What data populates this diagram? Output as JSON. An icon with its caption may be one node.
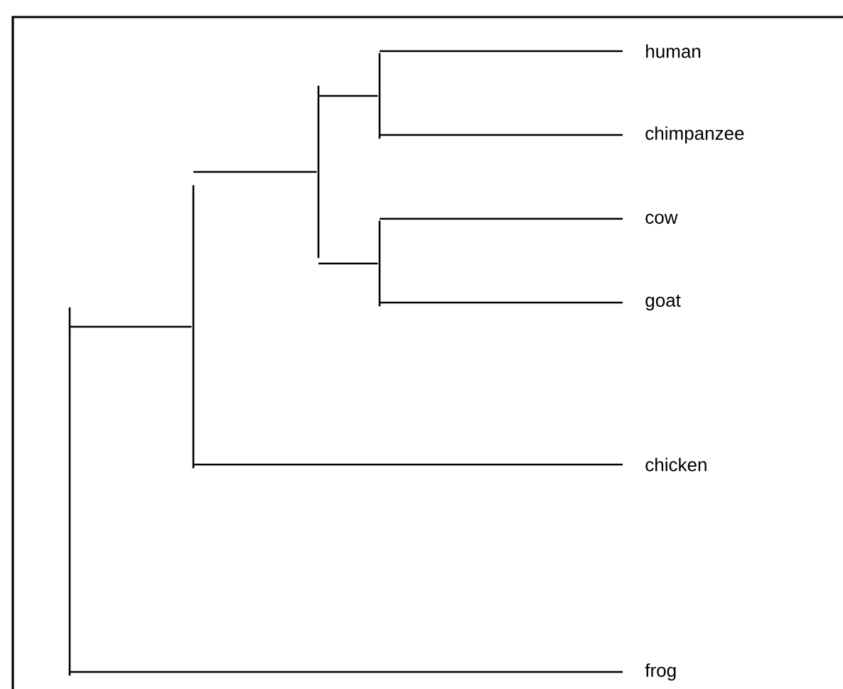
{
  "diagram": {
    "nodes": [
      {
        "text": [
          "human"
        ]
      },
      {
        "text": [
          "chimpanzee"
        ]
      },
      {
        "text": [
          "cow"
        ]
      },
      {
        "text": [
          "goat"
        ]
      },
      {
        "text": [
          "chicken"
        ]
      },
      {
        "text": [
          "frog"
        ]
      },
      {
        "text": [],
        "shape": "bar"
      },
      {
        "text": [],
        "shape": "bar"
      },
      {
        "text": [],
        "shape": "bar"
      },
      {
        "text": [],
        "shape": "bar"
      },
      {
        "text": [],
        "shape": "bar"
      }
    ],
    "edges": [
      {
        "from": 6,
        "to": 0,
        "arrow": "none"
      },
      {
        "from": 6,
        "to": 1,
        "arrow": "none"
      },
      {
        "from": 7,
        "to": 2,
        "arrow": "none"
      },
      {
        "from": 7,
        "to": 3,
        "arrow": "none"
      },
      {
        "from": 8,
        "to": 6,
        "arrow": "none"
      },
      {
        "from": 8,
        "to": 7,
        "arrow": "none"
      },
      {
        "from": 9,
        "to": 8,
        "arrow": "none"
      },
      {
        "from": 9,
        "to": 4,
        "arrow": "none"
      },
      {
        "from": 10,
        "to": 9,
        "arrow": "none"
      },
      {
        "from": 10,
        "to": 5,
        "arrow": "none"
      }
    ]
  }
}
